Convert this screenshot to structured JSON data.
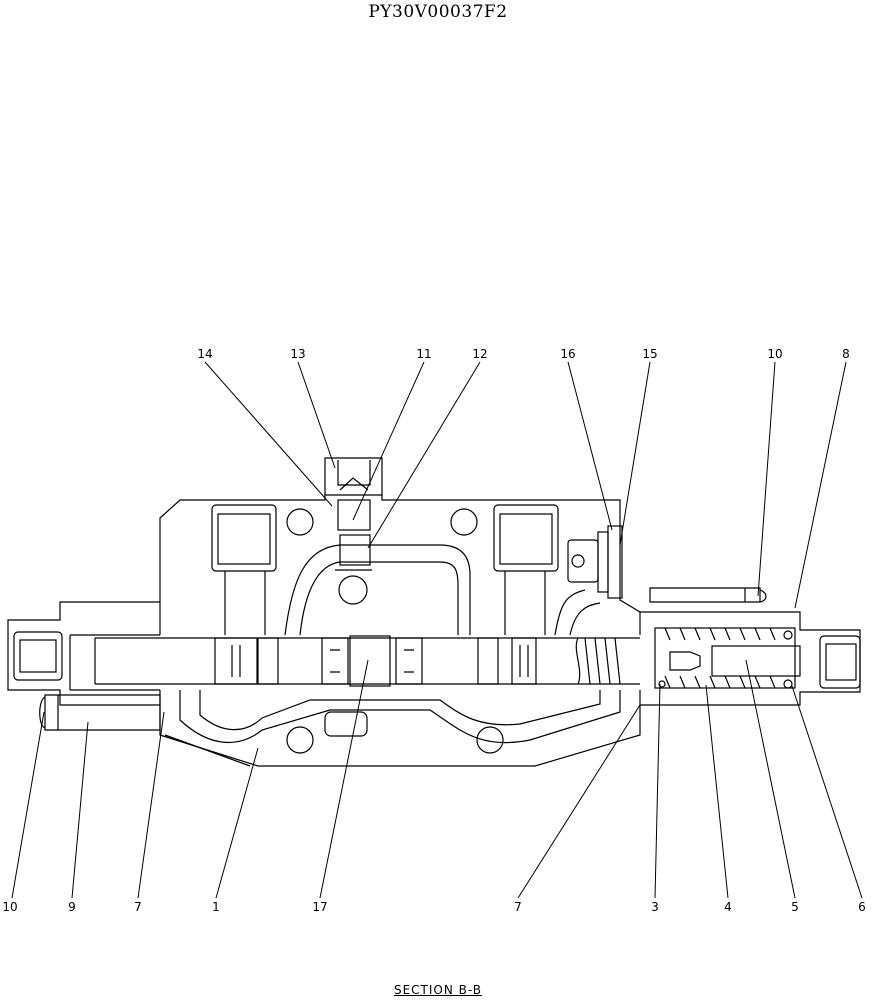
{
  "drawing_code": "PY30V00037F2",
  "section_title": "SECTION  B-B",
  "callouts_top": [
    "14",
    "13",
    "11",
    "12",
    "16",
    "15",
    "10",
    "8"
  ],
  "callouts_bottom": [
    "10",
    "9",
    "7",
    "1",
    "17",
    "7",
    "3",
    "4",
    "5",
    "6"
  ],
  "colors": {
    "ink": "#000000",
    "paper": "#ffffff"
  }
}
